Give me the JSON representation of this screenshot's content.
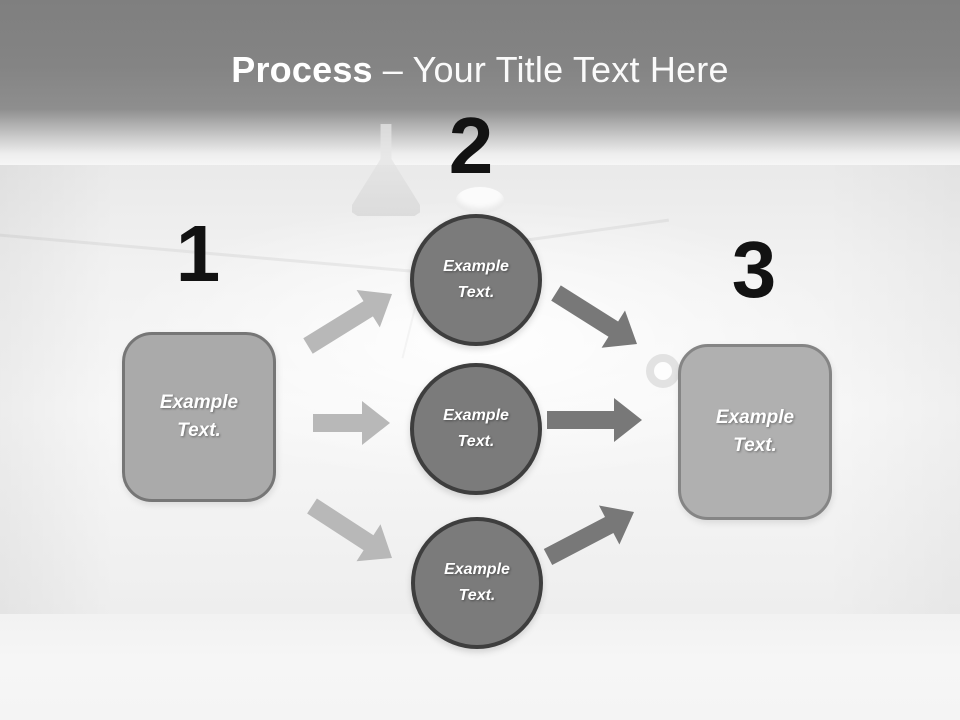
{
  "slide": {
    "title": {
      "emphasis": "Process",
      "rest": "– Your Title Text Here"
    },
    "steps": [
      {
        "number": "1"
      },
      {
        "number": "2"
      },
      {
        "number": "3"
      }
    ],
    "start_box": {
      "label": "Example\nText."
    },
    "circles": [
      {
        "label": "Example\nText."
      },
      {
        "label": "Example\nText."
      },
      {
        "label": "Example\nText."
      }
    ],
    "end_box": {
      "label": "Example\nText."
    },
    "colors": {
      "header_gray": "#7f7f7f",
      "title_text": "#ffffff",
      "number_text": "#121212",
      "box_fill": "#aaaaaa",
      "box_border": "#767676",
      "end_box_fill": "#b0b0b0",
      "end_box_border": "#858585",
      "circle_fill": "#7b7b7b",
      "circle_border": "#3e3e3e",
      "arrow_light": "#b8b8b8",
      "arrow_dark": "#787878",
      "label_text": "#ffffff"
    }
  }
}
